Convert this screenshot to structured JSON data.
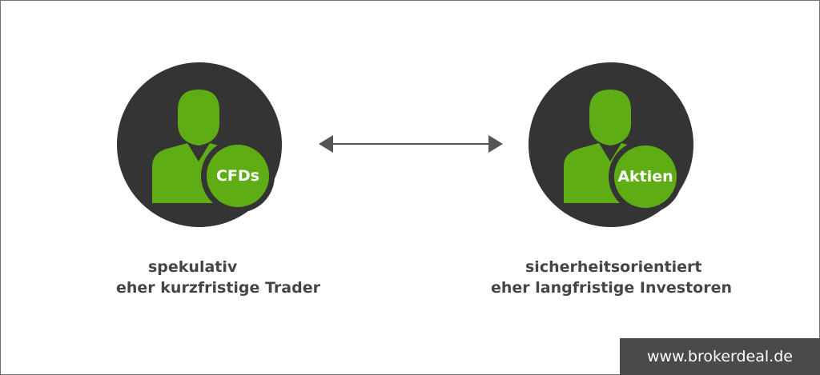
{
  "left": {
    "badge": "CFDs",
    "line1": "spekulativ",
    "line2": "eher kurzfristige Trader"
  },
  "right": {
    "badge": "Aktien",
    "line1": "sicherheitsorientiert",
    "line2": "eher langfristige Investoren"
  },
  "watermark": "www.brokerdeal.de",
  "colors": {
    "accent_green": "#5fad15",
    "circle_dark": "#343434",
    "text_gray": "#454545",
    "arrow_gray": "#555555",
    "watermark_bg": "#4a4a4a"
  },
  "icons": {
    "person": "person-icon",
    "arrow": "double-arrow-icon"
  }
}
